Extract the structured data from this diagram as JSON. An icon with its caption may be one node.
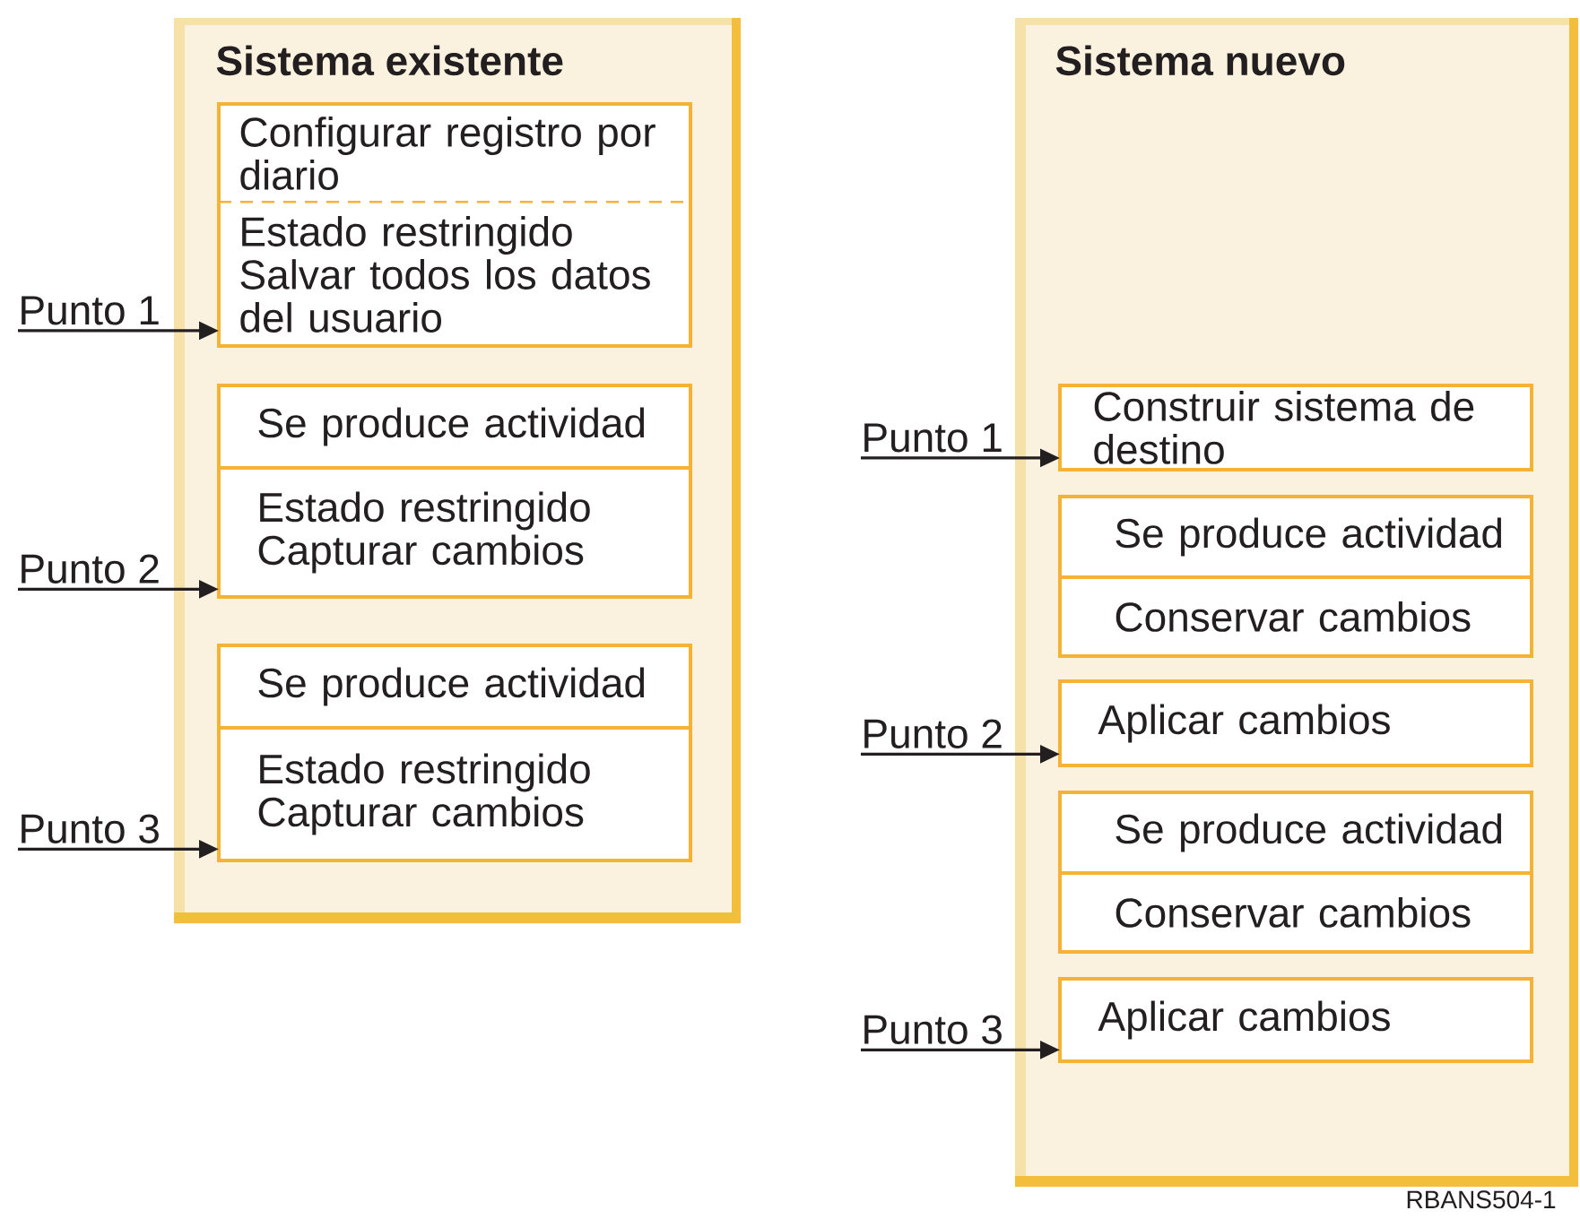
{
  "diagram": {
    "nodes": [
      {
        "text": [
          "Sistema existente"
        ]
      },
      {
        "text": [
          "Configurar registro por diario"
        ],
        "in": 0
      },
      {
        "text": [
          "Estado restringido Salvar todos los datos del usuario"
        ],
        "in": 0
      },
      {
        "text": [
          "Se produce actividad"
        ],
        "in": 0
      },
      {
        "text": [
          "Estado restringido Capturar cambios"
        ],
        "in": 0
      },
      {
        "text": [
          "Se produce actividad"
        ],
        "in": 0
      },
      {
        "text": [
          "Estado restringido Capturar cambios"
        ],
        "in": 0
      },
      {
        "text": [
          "Punto 1"
        ]
      },
      {
        "text": [
          "Punto 2"
        ]
      },
      {
        "text": [
          "Punto 3"
        ]
      },
      {
        "text": [
          "Sistema nuevo"
        ]
      },
      {
        "text": [
          "Construir sistema de destino"
        ],
        "in": 10
      },
      {
        "text": [
          "Se produce actividad"
        ],
        "in": 10
      },
      {
        "text": [
          "Conservar cambios"
        ],
        "in": 10
      },
      {
        "text": [
          "Aplicar cambios"
        ],
        "in": 10
      },
      {
        "text": [
          "Se produce actividad"
        ],
        "in": 10
      },
      {
        "text": [
          "Conservar cambios"
        ],
        "in": 10
      },
      {
        "text": [
          "Aplicar cambios"
        ],
        "in": 10
      },
      {
        "text": [
          "Punto 1"
        ]
      },
      {
        "text": [
          "Punto 2"
        ]
      },
      {
        "text": [
          "Punto 3"
        ]
      }
    ],
    "edges": [
      {
        "from": 7,
        "to": 2,
        "arrow": "to"
      },
      {
        "from": 8,
        "to": 4,
        "arrow": "to"
      },
      {
        "from": 9,
        "to": 6,
        "arrow": "to"
      },
      {
        "from": 18,
        "to": 11,
        "arrow": "to"
      },
      {
        "from": 19,
        "to": 14,
        "arrow": "to"
      },
      {
        "from": 20,
        "to": 17,
        "arrow": "to"
      }
    ],
    "labels": [
      "RBANS504-1"
    ]
  }
}
